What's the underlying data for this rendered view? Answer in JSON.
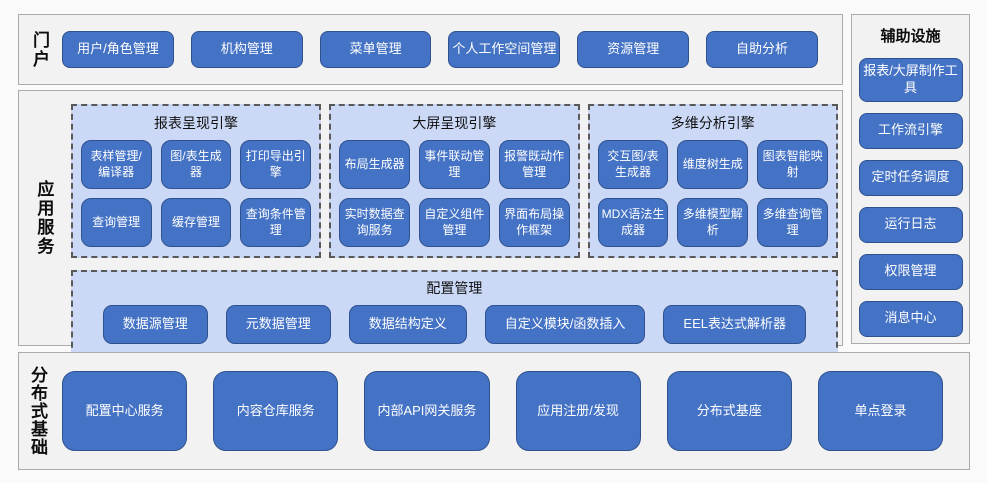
{
  "colors": {
    "button_fill": "#4472c4",
    "button_border": "#2f528f",
    "panel_fill": "#ccd9f6",
    "panel_dash": "#595959",
    "section_fill": "#f2f2f2",
    "section_border": "#ababab"
  },
  "portal": {
    "label": "门户",
    "buttons": [
      "用户/角色管理",
      "机构管理",
      "菜单管理",
      "个人工作空间管理",
      "资源管理",
      "自助分析"
    ]
  },
  "app_services": {
    "label": "应用服务",
    "engines": [
      {
        "title": "报表呈现引擎",
        "items": [
          "表样管理/编译器",
          "图/表生成器",
          "打印导出引擎",
          "查询管理",
          "缓存管理",
          "查询条件管理"
        ]
      },
      {
        "title": "大屏呈现引擎",
        "items": [
          "布局生成器",
          "事件联动管理",
          "报警既动作管理",
          "实时数据查询服务",
          "自定义组件管理",
          "界面布局操作框架"
        ]
      },
      {
        "title": "多维分析引擎",
        "items": [
          "交互图/表生成器",
          "维度树生成",
          "图表智能映射",
          "MDX语法生成器",
          "多维模型解析",
          "多维查询管理"
        ]
      }
    ],
    "config": {
      "title": "配置管理",
      "items": [
        "数据源管理",
        "元数据管理",
        "数据结构定义",
        "自定义模块/函数插入",
        "EEL表达式解析器"
      ]
    }
  },
  "auxiliary": {
    "title": "辅助设施",
    "items": [
      "报表/大屏制作工具",
      "工作流引擎",
      "定时任务调度",
      "运行日志",
      "权限管理",
      "消息中心"
    ]
  },
  "distributed_base": {
    "label": "分布式基础",
    "buttons": [
      "配置中心服务",
      "内容仓库服务",
      "内部API网关服务",
      "应用注册/发现",
      "分布式基座",
      "单点登录"
    ]
  }
}
